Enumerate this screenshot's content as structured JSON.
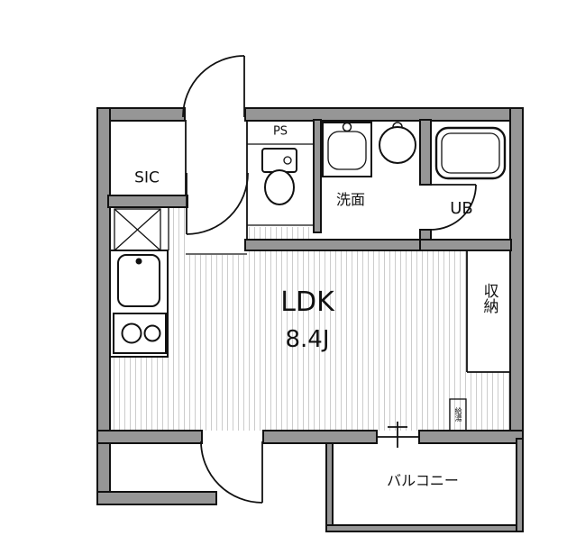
{
  "plan": {
    "labels": {
      "sic": "SIC",
      "ps": "PS",
      "washroom": "洗面",
      "unit_bath": "UB",
      "ldk_name": "LDK",
      "ldk_size": "8.4J",
      "storage": "収納",
      "balcony": "バルコニー",
      "water_heater": "給湯"
    },
    "colors": {
      "wall_fill": "#969696",
      "line": "#111111",
      "hatch_stripe": "#cccccc",
      "background": "#ffffff"
    }
  }
}
